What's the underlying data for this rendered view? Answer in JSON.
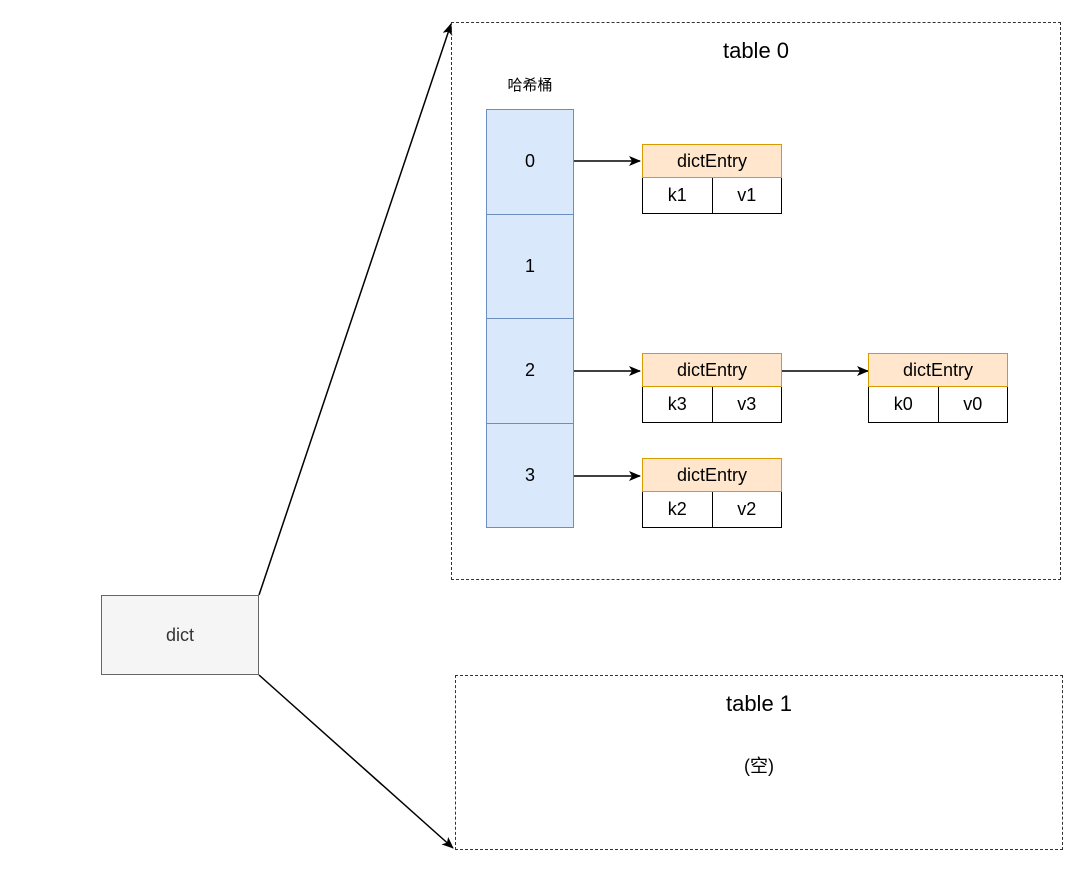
{
  "dict": {
    "label": "dict"
  },
  "table0": {
    "title": "table 0",
    "bucket_header": "哈希桶",
    "buckets": [
      "0",
      "1",
      "2",
      "3"
    ],
    "entries": [
      {
        "head": "dictEntry",
        "key": "k1",
        "value": "v1"
      },
      {
        "head": "dictEntry",
        "key": "k3",
        "value": "v3"
      },
      {
        "head": "dictEntry",
        "key": "k0",
        "value": "v0"
      },
      {
        "head": "dictEntry",
        "key": "k2",
        "value": "v2"
      }
    ]
  },
  "table1": {
    "title": "table 1",
    "content": "(空)"
  },
  "colors": {
    "bucket_fill": "#dae8fc",
    "bucket_stroke": "#6c8ebf",
    "entry_head_fill": "#ffe6cc",
    "entry_head_stroke": "#d79b00",
    "dict_fill": "#f5f5f5"
  }
}
